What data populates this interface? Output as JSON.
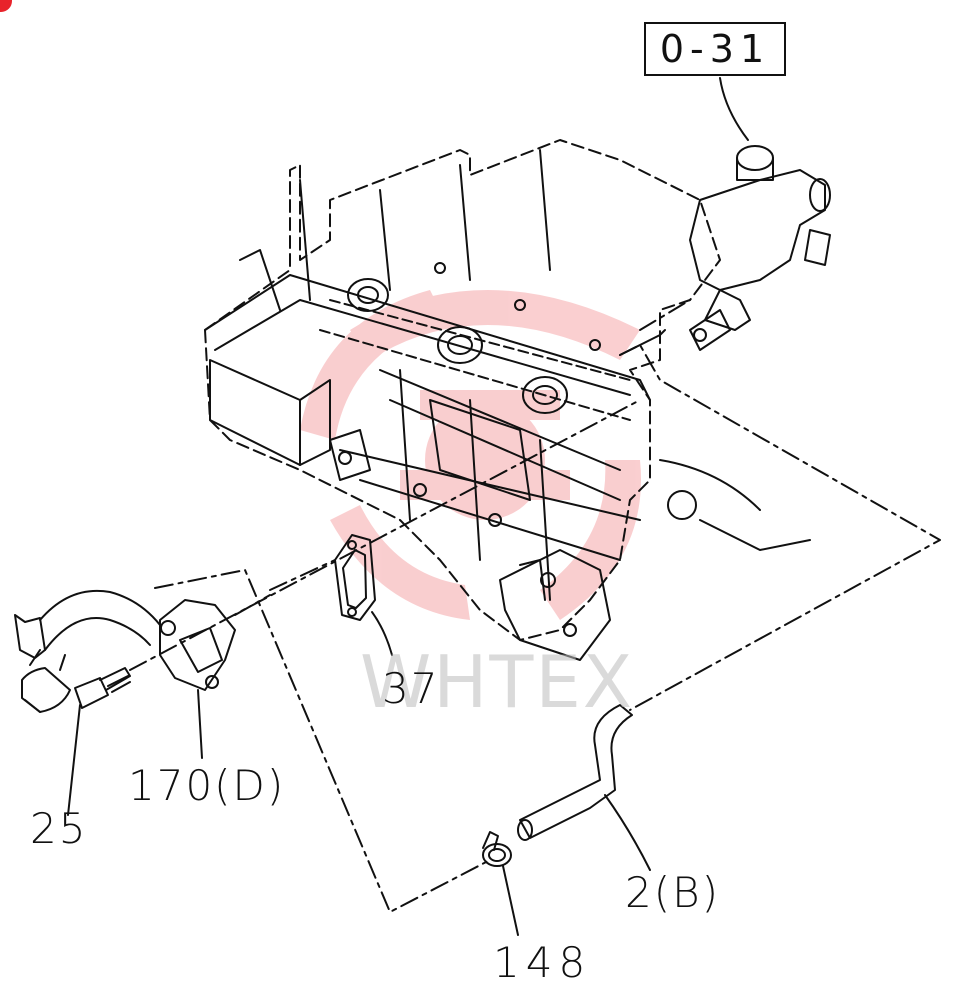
{
  "reference": {
    "label": "0-31"
  },
  "watermark": {
    "text": "WHTEX",
    "color": "#e8232b"
  },
  "callouts": {
    "gasket": "37",
    "bolt": "25",
    "pipe": "170(D)",
    "hose": "2(B)",
    "clamp": "148"
  },
  "colors": {
    "line": "#111111",
    "watermark_logo": "#e8232b",
    "badge": "#e8232b"
  }
}
